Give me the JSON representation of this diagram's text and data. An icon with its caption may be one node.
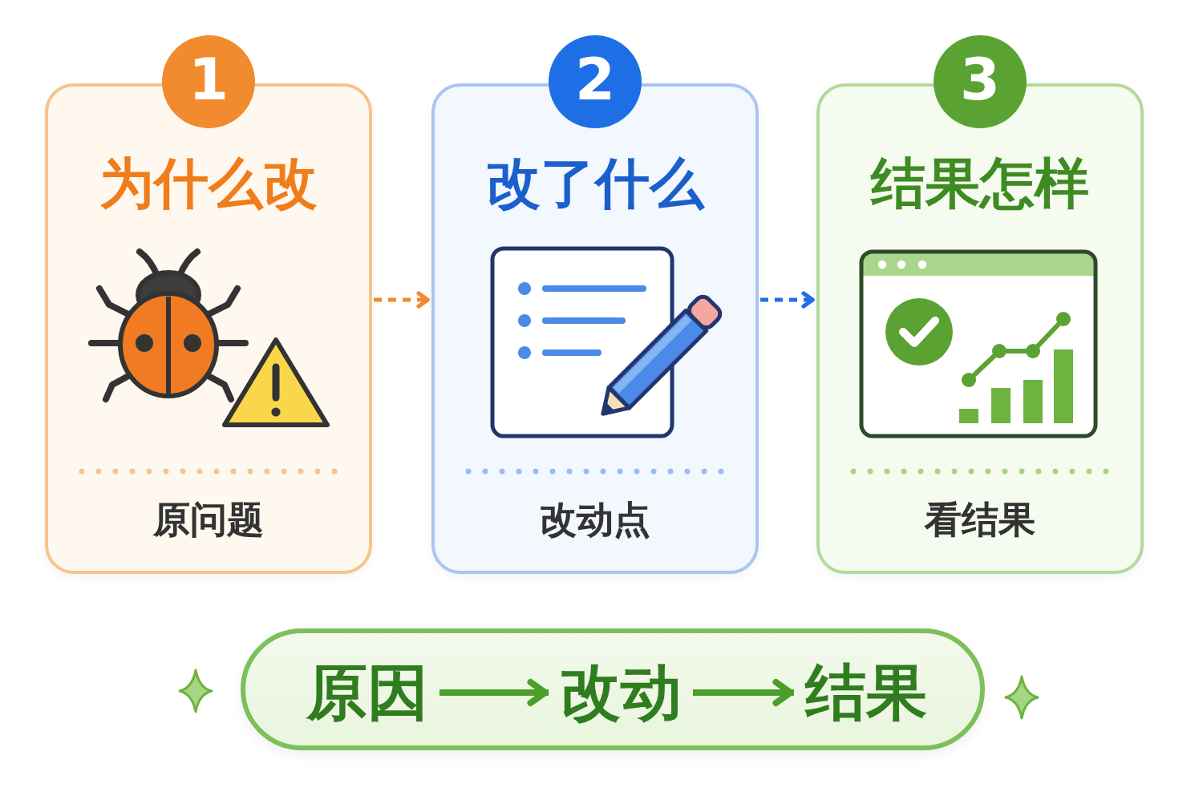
{
  "diagram": {
    "nodes": [
      {
        "text": [
          "1",
          "为什么改",
          "原问题"
        ]
      },
      {
        "text": [
          "2",
          "改了什么",
          "改动点"
        ]
      },
      {
        "text": [
          "3",
          "结果怎样",
          "看结果"
        ]
      },
      {
        "text": [],
        "shape": "box"
      },
      {
        "text": [
          "原因"
        ],
        "in": 3
      },
      {
        "text": [
          "改动"
        ],
        "in": 3
      },
      {
        "text": [
          "结果"
        ],
        "in": 3
      }
    ],
    "edges": [
      {
        "from": 0,
        "to": 1,
        "arrow": "to",
        "style": "dashed",
        "color": "#f28a2e"
      },
      {
        "from": 1,
        "to": 2,
        "arrow": "to",
        "style": "dashed",
        "color": "#1e6fe6"
      },
      {
        "from": 4,
        "to": 5,
        "arrow": "to",
        "color": "#4a9e2a"
      },
      {
        "from": 5,
        "to": 6,
        "arrow": "to",
        "color": "#4a9e2a"
      }
    ]
  }
}
